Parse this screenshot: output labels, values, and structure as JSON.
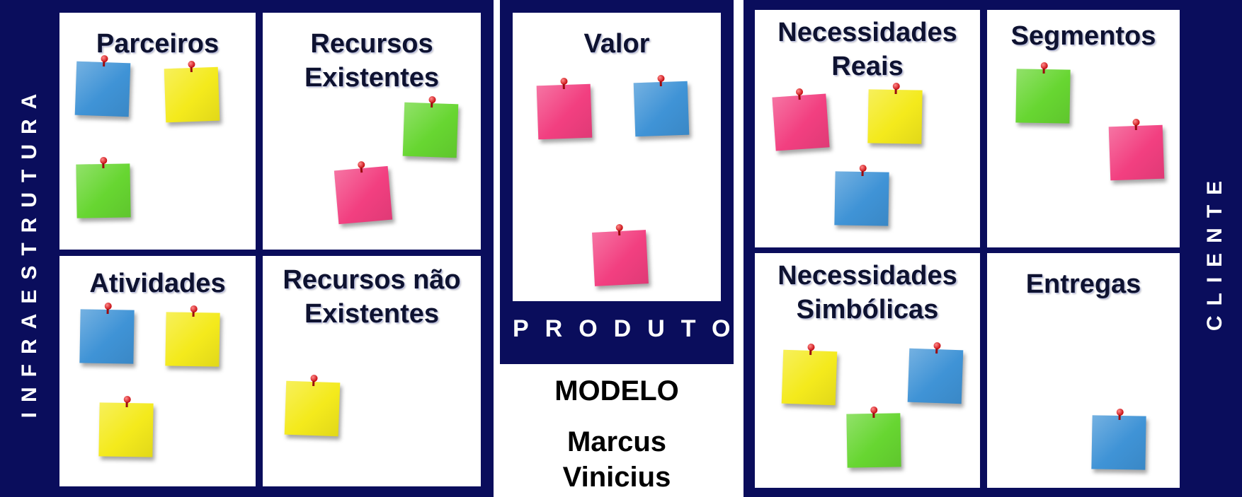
{
  "infra": {
    "side_label": "INFRAESTRUTURA",
    "cells": {
      "parceiros": "Parceiros",
      "recursos_existentes_1": "Recursos",
      "recursos_existentes_2": "Existentes",
      "atividades": "Atividades",
      "recursos_nao_1": "Recursos não",
      "recursos_nao_2": "Existentes"
    }
  },
  "produto": {
    "cell": "Valor",
    "footer": "PRODUTO"
  },
  "cliente": {
    "side_label": "CLIENTE",
    "cells": {
      "necessidades_reais_1": "Necessidades",
      "necessidades_reais_2": "Reais",
      "segmentos": "Segmentos",
      "necessidades_simbolicas_1": "Necessidades",
      "necessidades_simbolicas_2": "Simbólicas",
      "entregas": "Entregas"
    }
  },
  "caption": {
    "line1": "MODELO",
    "line2": "Marcus",
    "line3": "Vinicius"
  },
  "colors": {
    "frame": "#0a0d5c",
    "note_blue": "#3f93d6",
    "note_yellow": "#f4ea1c",
    "note_green": "#67d631",
    "note_pink": "#f23f80"
  }
}
